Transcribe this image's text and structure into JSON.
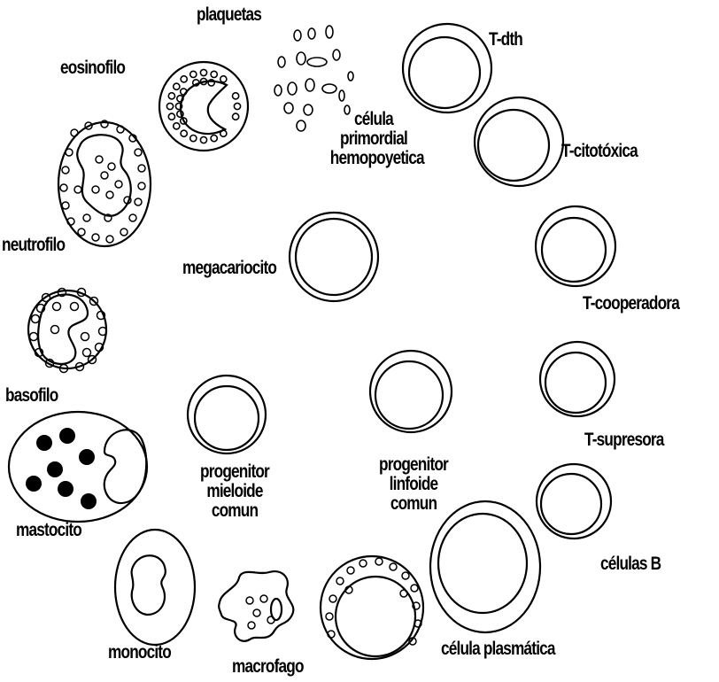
{
  "labels": {
    "plaquetas": "plaquetas",
    "eosinofilo": "eosinofilo",
    "celula_primordial": [
      "célula",
      "primordial",
      "hemopoyetica"
    ],
    "t_dth": "T-dth",
    "t_citotoxica": "T-citotóxica",
    "neutrofilo": "neutrofilo",
    "megacariocito": "megacariocito",
    "t_cooperadora": "T-cooperadora",
    "basofilo": "basofilo",
    "t_supresora": "T-supresora",
    "progenitor_mieloide": [
      "progenitor",
      "mieloide",
      "comun"
    ],
    "progenitor_linfoide": [
      "progenitor",
      "linfoide",
      "comun"
    ],
    "mastocito": "mastocito",
    "celulas_b": "células B",
    "monocito": "monocito",
    "macrofago": "macrofago",
    "celula_plasmatica": "célula plasmática"
  },
  "colors": {
    "stroke": "#000000",
    "fill": "#ffffff",
    "granule_dark": "#000000"
  }
}
